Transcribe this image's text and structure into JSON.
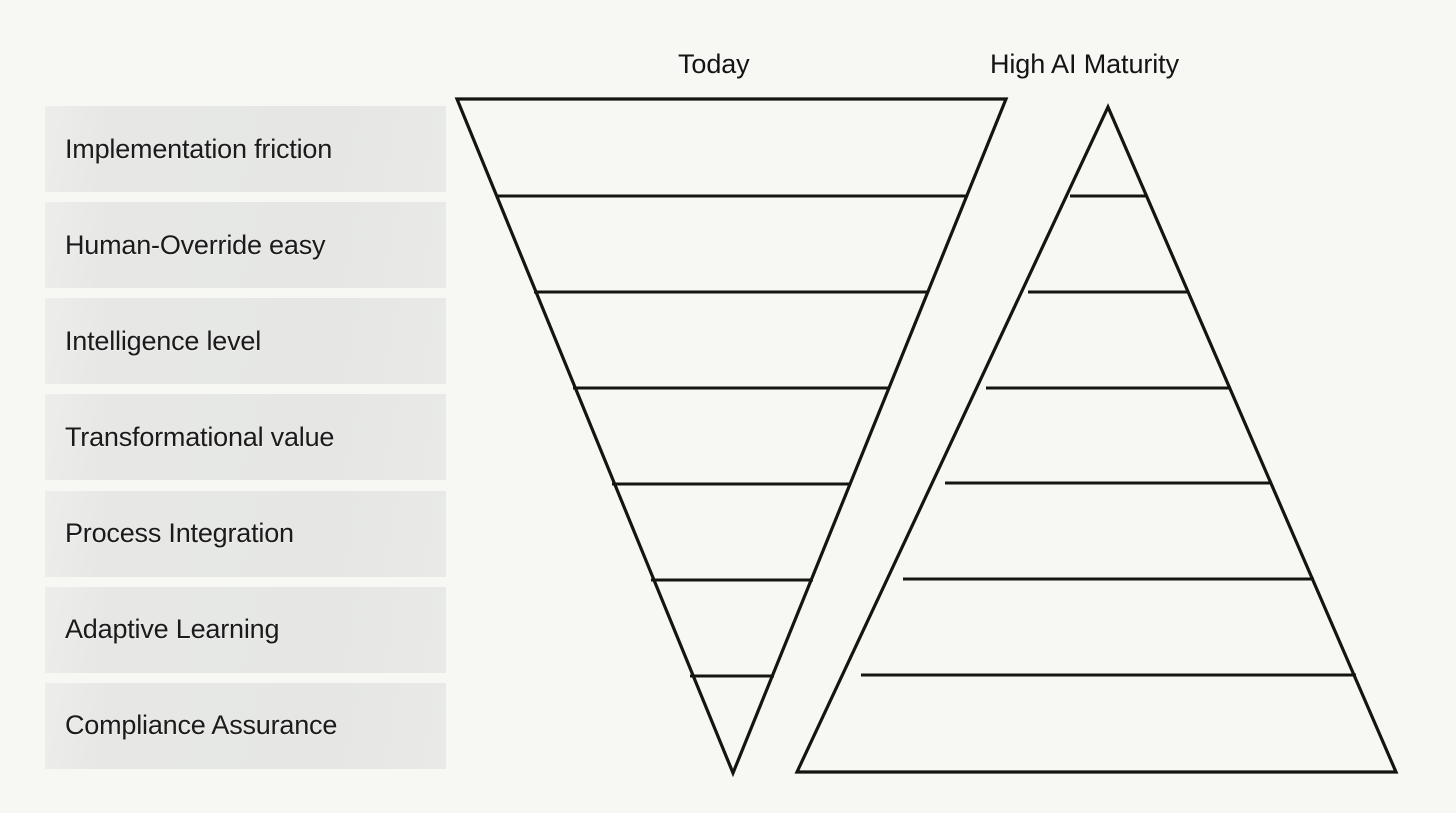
{
  "background_color": "#f7f7f4",
  "ink_color": "#15150f",
  "chip_color": "#e7e8e6",
  "headings": {
    "left": "Today",
    "right": "High AI Maturity"
  },
  "labels": [
    {
      "text": "Implementation friction"
    },
    {
      "text": "Human-Override easy"
    },
    {
      "text": "Intelligence level"
    },
    {
      "text": "Transformational value"
    },
    {
      "text": "Process Integration"
    },
    {
      "text": "Adaptive Learning"
    },
    {
      "text": "Compliance Assurance"
    }
  ],
  "chart_data": {
    "type": "diagram",
    "title": "",
    "subtype": "paired-inverted-pyramid",
    "description": "Two stacked pyramids: an inverted (downward) pyramid labelled 'Today' and an upright pyramid labelled 'High AI Maturity', each split into 7 horizontal bands matching the 7 row labels on the left.",
    "categories": [
      "Implementation friction",
      "Human-Override easy",
      "Intelligence level",
      "Transformational value",
      "Process Integration",
      "Adaptive Learning",
      "Compliance Assurance"
    ],
    "series": [
      {
        "name": "Today",
        "orientation": "inverted",
        "note": "widest at top band (Implementation friction), narrowing to a point at the bottom band (Compliance Assurance)",
        "relative_widths": [
          1.0,
          0.855,
          0.71,
          0.565,
          0.42,
          0.275,
          0.13
        ]
      },
      {
        "name": "High AI Maturity",
        "orientation": "upright",
        "note": "narrow point at top band (Implementation friction), widest at the bottom band (Compliance Assurance)",
        "relative_widths": [
          0.13,
          0.275,
          0.42,
          0.565,
          0.71,
          0.855,
          1.0
        ]
      }
    ],
    "band_count": 7,
    "legend": [
      "Today",
      "High AI Maturity"
    ],
    "grid": false
  },
  "geometry": {
    "inverted": {
      "top_left_x": 457,
      "top_right_x": 1006,
      "top_y": 99,
      "apex_x": 733,
      "apex_y": 773,
      "divider_y": [
        196,
        292,
        388,
        484,
        580,
        676
      ]
    },
    "upright": {
      "apex_x": 1108,
      "apex_y": 107,
      "base_left_x": 797,
      "base_right_x": 1396,
      "base_y": 772,
      "divider_y": [
        196,
        292,
        388,
        483,
        579,
        675
      ]
    }
  }
}
